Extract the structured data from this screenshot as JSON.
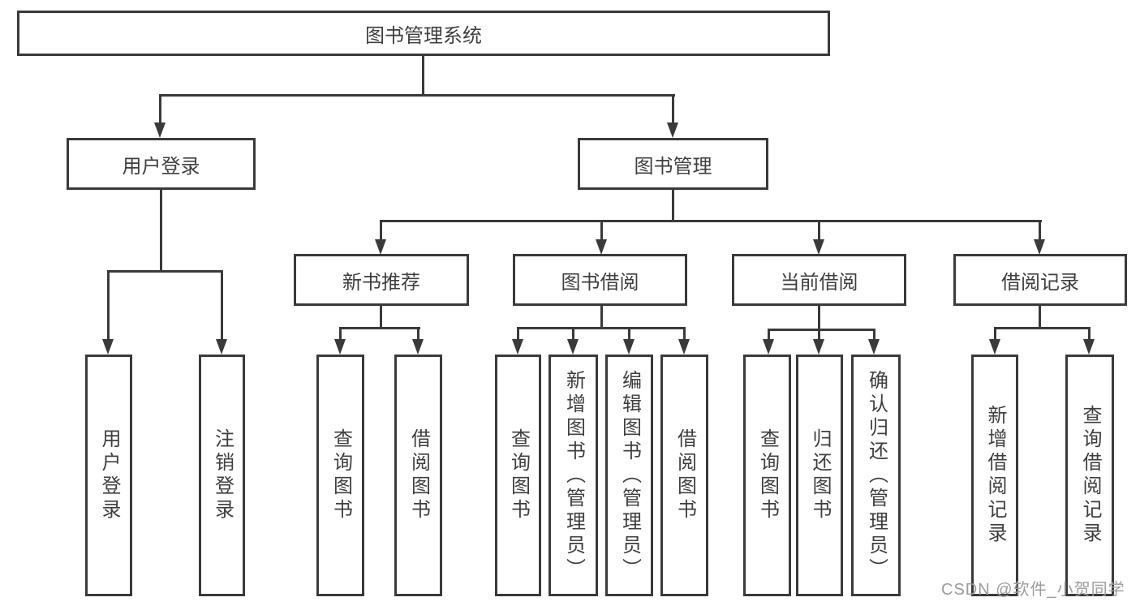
{
  "tree": {
    "root": {
      "label": "图书管理系统"
    },
    "branches": [
      {
        "label": "用户登录",
        "children": [
          "用户登录",
          "注销登录"
        ]
      },
      {
        "label": "图书管理",
        "sections": [
          {
            "label": "新书推荐",
            "children": [
              "查询图书",
              "借阅图书"
            ]
          },
          {
            "label": "图书借阅",
            "children": [
              "查询图书",
              "新增图书（管理员）",
              "编辑图书（管理员）",
              "借阅图书"
            ]
          },
          {
            "label": "当前借阅",
            "children": [
              "查询图书",
              "归还图书",
              "确认归还（管理员）"
            ]
          },
          {
            "label": "借阅记录",
            "children": [
              "新增借阅记录",
              "查询借阅记录"
            ]
          }
        ]
      }
    ]
  },
  "watermark": "CSDN @软件_小贺同学",
  "colors": {
    "line": "#3a3a3a",
    "text": "#3f3f3f",
    "watermark": "#9c9c9c",
    "background": "#ffffff"
  }
}
